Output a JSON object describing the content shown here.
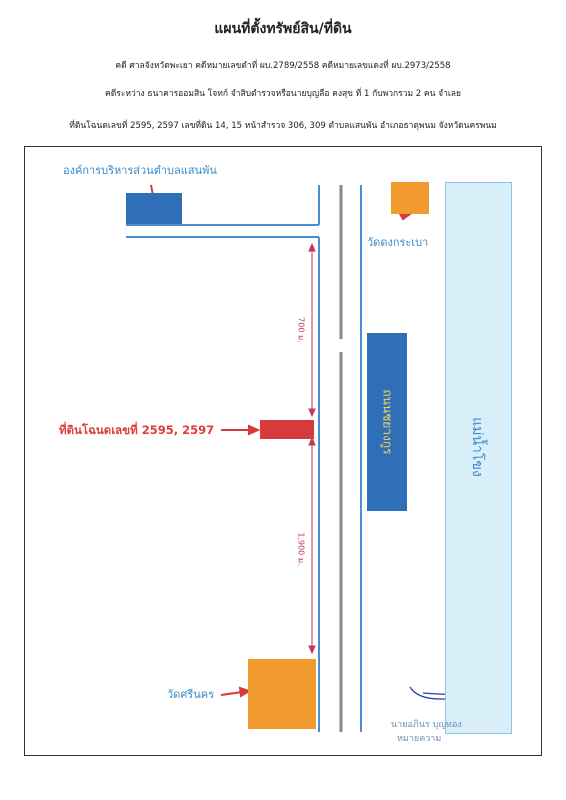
{
  "title": "แผนที่ตั้งทรัพย์สิน/ที่ดิน",
  "case_line": "คดี ศาลจังหวัดพะเยา คดีหมายเลขดำที่ ผบ.2789/2558 คดีหมายเลขแดงที่ ผบ.2973/2558",
  "parties_line": "คดีระหว่าง ธนาคารออมสิน โจทก์ จำสิบตำรวจหรือนายบุญลือ คงสุข ที่ 1 กับพวกรวม 2 คน จำเลย",
  "land_line": "ที่ดินโฉนดเลขที่ 2595, 2597 เลขที่ดิน 14, 15 หน้าสำรวจ 306, 309 ตำบลแสนพัน อำเภอธาตุพนม จังหวัดนครพนม",
  "map": {
    "tao_office": "องค์การบริหารส่วนตำบลแสนพัน",
    "wat_dong_krabao": "วัดดงกระเบา",
    "road_name": "ถนนชยางกูร",
    "river_name": "แม่น้ำโขง",
    "distance_top": "700 ม.",
    "distance_bottom": "1,900 ม.",
    "land_prefix": "ที่ดินโฉนดเลขที่",
    "land_numbers": "2595, 2597",
    "wat_si_nakhon": "วัดศรีนคร",
    "signer_name": "นายอภินร บุญทอง",
    "signer_title": "หมายความ",
    "colors": {
      "road_line": "#4a8fd4",
      "road_center": "#888888",
      "building_blue": "#2f6fb8",
      "temple_orange": "#f39a2e",
      "land_red": "#d63a3a",
      "river_fill": "#d8eef9",
      "river_border": "#8fc5e6",
      "label_blue": "#3a8cc8",
      "label_red": "#e03a3a",
      "distance_pink": "#c0395a"
    }
  }
}
